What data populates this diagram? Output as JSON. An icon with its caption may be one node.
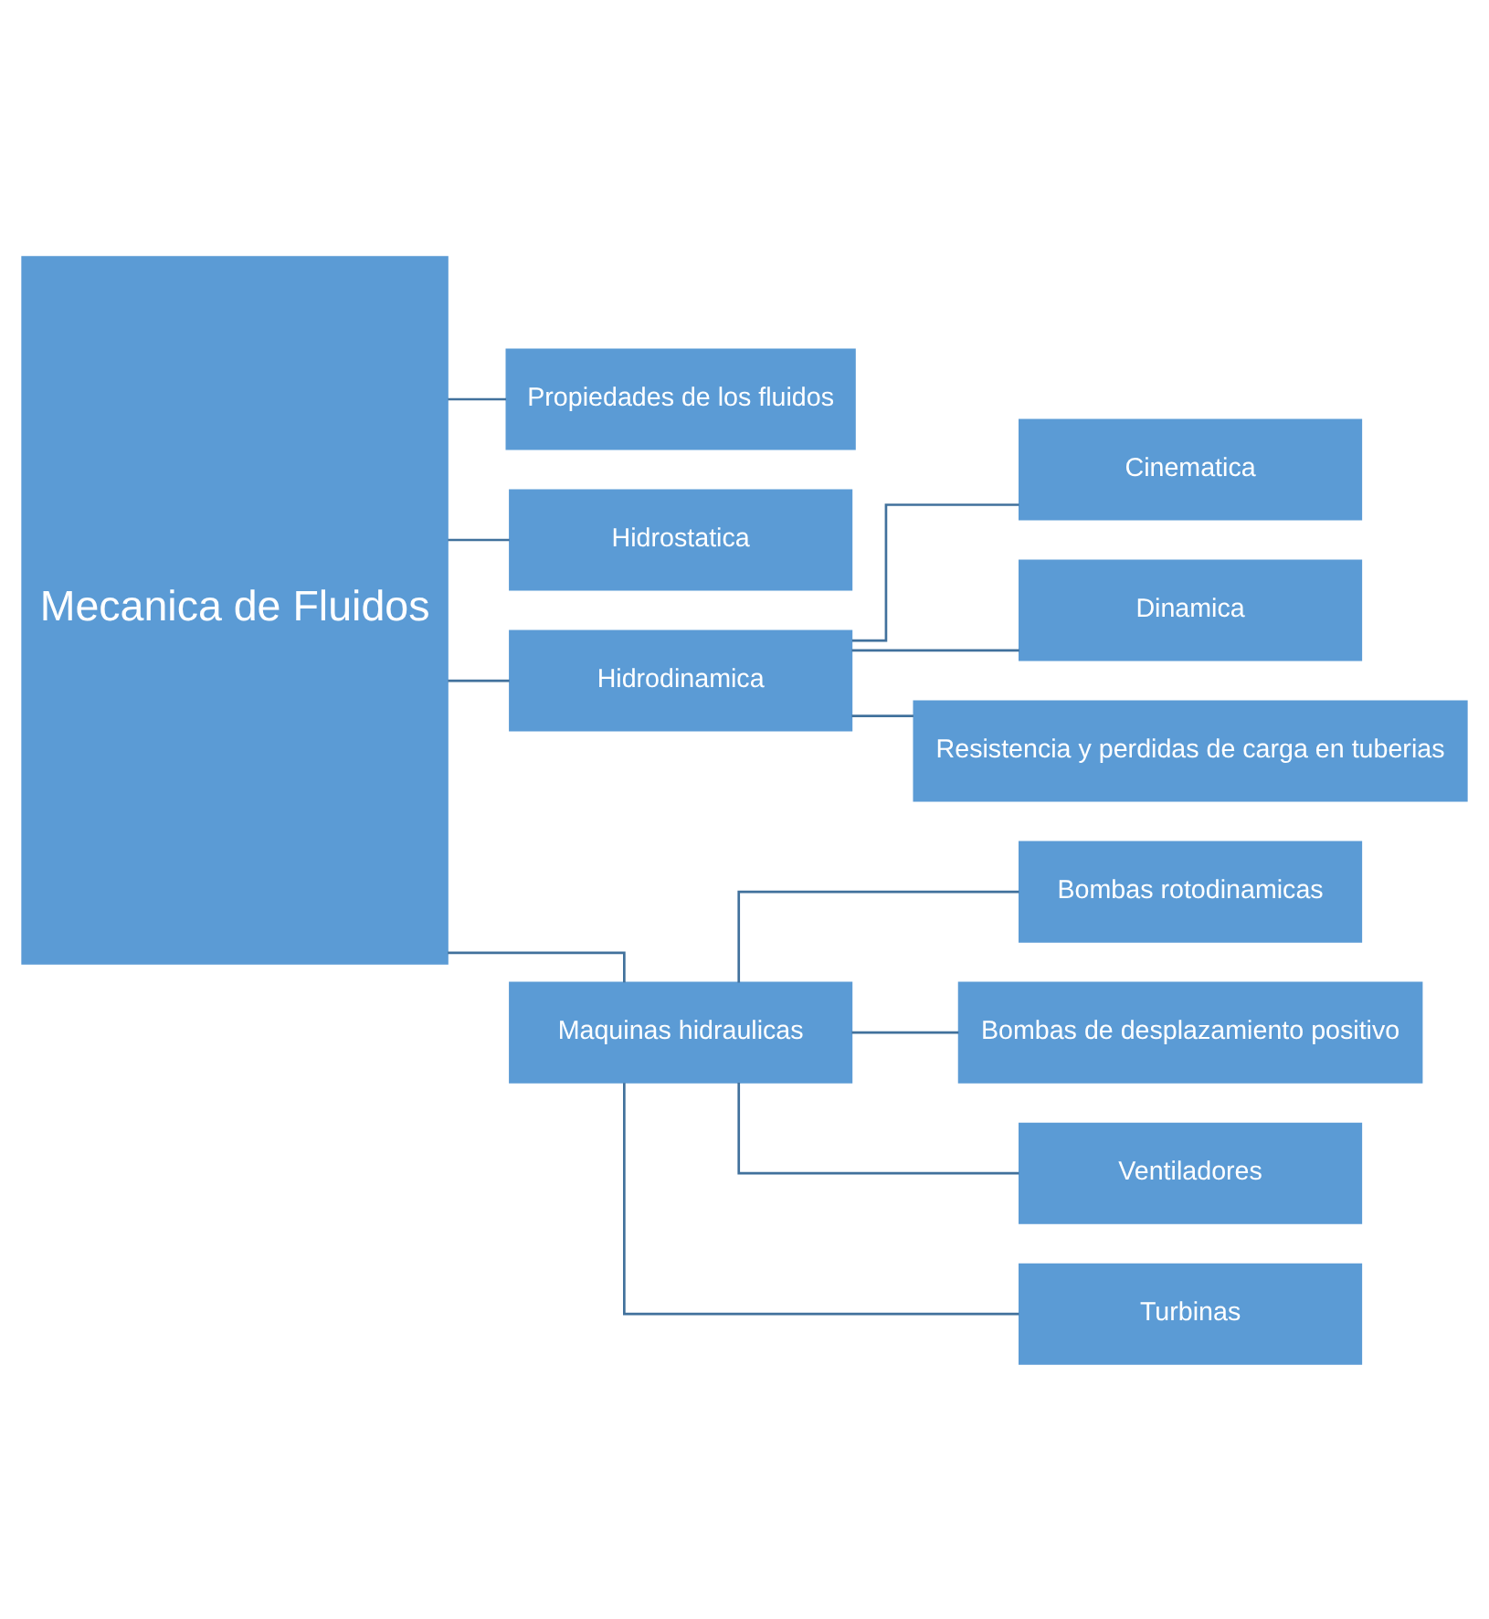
{
  "diagram": {
    "nodes": [
      {
        "text": [
          "Mecanica de Fluidos"
        ]
      },
      {
        "text": [
          "Propiedades de los fluidos"
        ]
      },
      {
        "text": [
          "Hidrostatica"
        ]
      },
      {
        "text": [
          "Hidrodinamica"
        ]
      },
      {
        "text": [
          "Maquinas hidraulicas"
        ]
      },
      {
        "text": [
          "Cinematica"
        ]
      },
      {
        "text": [
          "Dinamica"
        ]
      },
      {
        "text": [
          "Resistencia y perdidas de carga en tuberias"
        ]
      },
      {
        "text": [
          "Bombas rotodinamicas"
        ]
      },
      {
        "text": [
          "Bombas de desplazamiento positivo"
        ]
      },
      {
        "text": [
          "Ventiladores"
        ]
      },
      {
        "text": [
          "Turbinas"
        ]
      }
    ],
    "edges": [
      {
        "from": 0,
        "to": 1,
        "arrow": "none"
      },
      {
        "from": 0,
        "to": 2,
        "arrow": "none"
      },
      {
        "from": 0,
        "to": 3,
        "arrow": "none"
      },
      {
        "from": 0,
        "to": 4,
        "arrow": "none"
      },
      {
        "from": 3,
        "to": 5,
        "arrow": "none"
      },
      {
        "from": 3,
        "to": 6,
        "arrow": "none"
      },
      {
        "from": 3,
        "to": 7,
        "arrow": "none"
      },
      {
        "from": 4,
        "to": 8,
        "arrow": "none"
      },
      {
        "from": 4,
        "to": 9,
        "arrow": "none"
      },
      {
        "from": 4,
        "to": 10,
        "arrow": "none"
      },
      {
        "from": 4,
        "to": 11,
        "arrow": "none"
      }
    ]
  }
}
